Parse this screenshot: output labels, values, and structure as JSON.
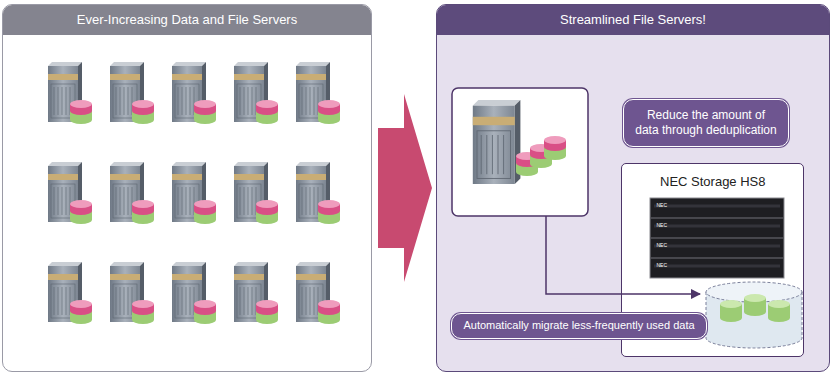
{
  "diagram": {
    "nodes": [
      {
        "text": [
          "Ever-Increasing Data and File Servers"
        ]
      },
      {
        "text": [
          "Streamlined File Servers!"
        ]
      },
      {
        "text": [
          "Reduce the amount of data through deduplication"
        ],
        "in": 1
      },
      {
        "text": [
          "NEC Storage HS8"
        ],
        "in": 1
      },
      {
        "text": [
          "Automatically migrate less-frequently used data"
        ],
        "in": 1
      }
    ],
    "labels": [
      "NEC",
      "NEC",
      "NEC",
      "NEC"
    ]
  }
}
